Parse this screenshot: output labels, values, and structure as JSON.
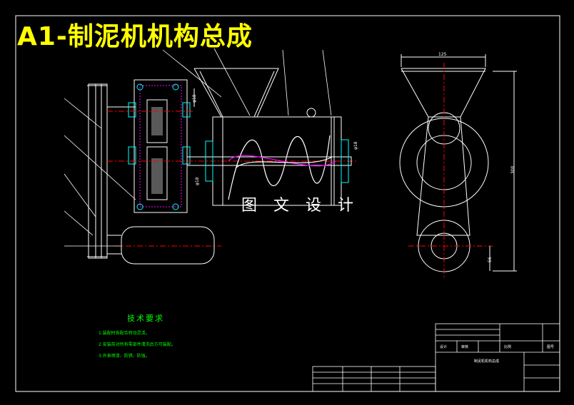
{
  "drawing": {
    "title": "A1-制泥机机构总成",
    "watermark": "图 文 设 计",
    "colors": {
      "background": "#000000",
      "title": "#ffff00",
      "outline": "#ffffff",
      "centerline": "#ff0000",
      "hatch": "#ff00ff",
      "parts": "#00ffff",
      "notes": "#00ff00"
    }
  },
  "technical_requirements": {
    "heading": "技术要求",
    "items": [
      "1.装配时各配合转动灵活。",
      "2.安装前对所有零部件清洗后方可装配。",
      "3.外表喷漆、防锈、防蚀。"
    ]
  },
  "dimensions": {
    "top_width": "125",
    "height": "300",
    "small_height": "56",
    "shaft_1": "φ18",
    "shaft_2": "φ18",
    "shaft_3": "φ18"
  },
  "title_block": {
    "drawing_name": "制泥机机构总成",
    "label_a": "设计",
    "label_b": "审核",
    "label_c": "比例",
    "label_d": "图号"
  }
}
